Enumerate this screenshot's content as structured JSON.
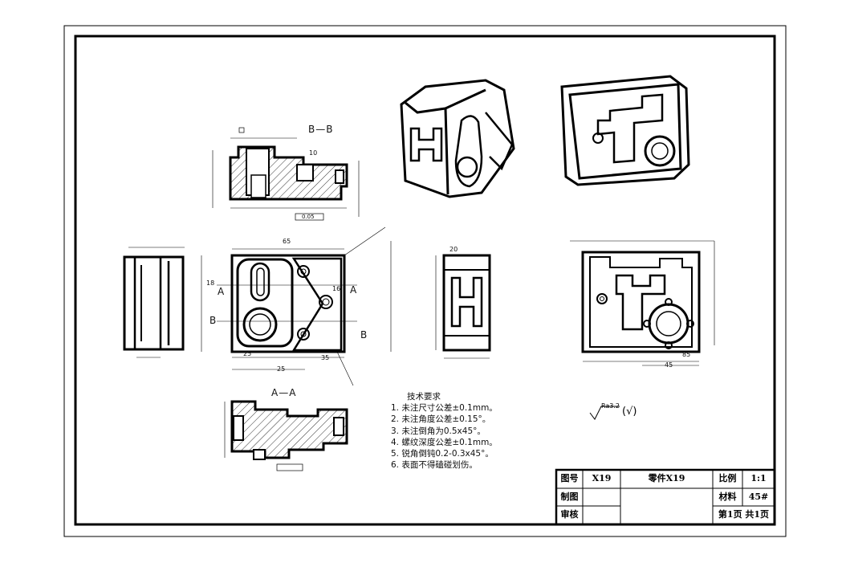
{
  "sections": {
    "bb": "B—B",
    "aa": "A—A",
    "mark_a1": "A",
    "mark_a2": "A",
    "mark_b1": "B",
    "mark_b2": "B"
  },
  "tech_requirements": {
    "title": "技术要求",
    "items": [
      "1. 未注尺寸公差±0.1mm。",
      "2. 未注角度公差±0.15°。",
      "3. 未注倒角为0.5x45°。",
      "4. 螺纹深度公差±0.1mm。",
      "5. 锐角倒钝0.2-0.3x45°。",
      "6. 表面不得磕碰划伤。"
    ]
  },
  "roughness": {
    "value": "Ra3.2",
    "other": "(√)"
  },
  "title_block": {
    "tuhao_label": "图号",
    "tuhao_value": "X19",
    "part_name": "零件X19",
    "scale_label": "比例",
    "scale_value": "1:1",
    "drawn_label": "制图",
    "material_label": "材料",
    "material_value": "45#",
    "checked_label": "审核",
    "sheet_info": "第1页 共1页"
  },
  "dimensions": {
    "d1": "25",
    "d2": "35",
    "d3": "85",
    "d4": "16",
    "d5": "25",
    "d6": "18",
    "d7": "65",
    "d8": "20",
    "d9": "45",
    "d10": "10",
    "d11": "0.05"
  }
}
